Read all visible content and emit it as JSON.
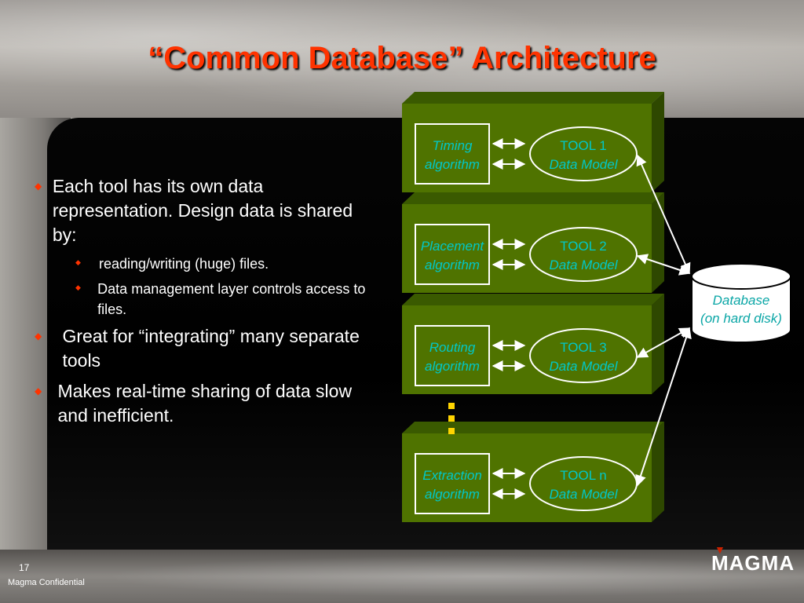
{
  "slide": {
    "title": "“Common Database” Architecture",
    "page_number": "17",
    "footer_text": "Magma Confidential",
    "logo_text": "MAGMA"
  },
  "bullets": [
    {
      "text": "Each tool has its own data representation. Design data is shared by:",
      "subitems": [
        "reading/writing (huge) files.",
        "Data management layer controls access to files."
      ]
    },
    {
      "text": "Great for “integrating” many separate tools",
      "subitems": []
    },
    {
      "text": "Makes real-time sharing of data slow and inefficient.",
      "subitems": []
    }
  ],
  "diagram": {
    "tools": [
      {
        "algorithm": [
          "Timing",
          "algorithm"
        ],
        "model": [
          "TOOL 1",
          "Data Model"
        ]
      },
      {
        "algorithm": [
          "Placement",
          "algorithm"
        ],
        "model": [
          "TOOL 2",
          "Data Model"
        ]
      },
      {
        "algorithm": [
          "Routing",
          "algorithm"
        ],
        "model": [
          "TOOL 3",
          "Data Model"
        ]
      },
      {
        "algorithm": [
          "Extraction",
          "algorithm"
        ],
        "model": [
          "TOOL n",
          "Data Model"
        ]
      }
    ],
    "database": [
      "Database",
      "(on hard disk)"
    ],
    "colors": {
      "box_front": "#4f7300",
      "box_top": "#3a5a00",
      "box_side": "#2e4800",
      "label": "#00c8c8",
      "ellipsis": "#ffd400"
    }
  }
}
